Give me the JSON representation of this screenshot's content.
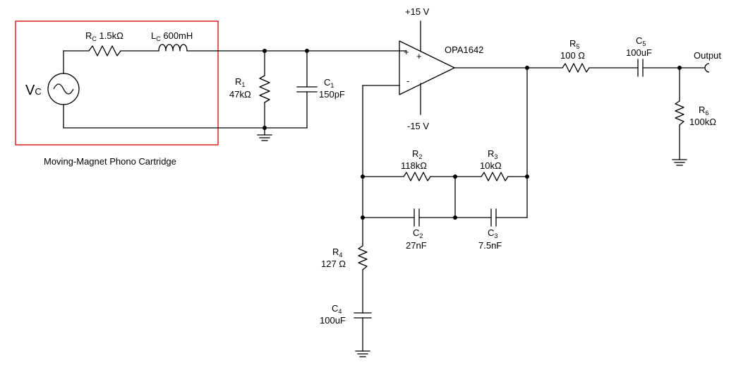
{
  "colors": {
    "wire": "#000000",
    "cartridge_box": "#e03030"
  },
  "cartridge": {
    "caption": "Moving-Magnet Phono Cartridge",
    "source": {
      "main": "V",
      "sub": "C"
    },
    "rc": {
      "main": "R",
      "sub": "C",
      "value": "1.5kΩ"
    },
    "lc": {
      "main": "L",
      "sub": "C",
      "value": "600mH"
    }
  },
  "r1": {
    "main": "R",
    "sub": "1",
    "value": "47kΩ"
  },
  "c1": {
    "main": "C",
    "sub": "1",
    "value": "150pF"
  },
  "opamp": {
    "name": "OPA1642",
    "plus_sign": "+",
    "minus_sign": "-",
    "vpos": "+15 V",
    "vneg": "-15 V"
  },
  "r2": {
    "main": "R",
    "sub": "2",
    "value": "118kΩ"
  },
  "r3": {
    "main": "R",
    "sub": "3",
    "value": "10kΩ"
  },
  "c2": {
    "main": "C",
    "sub": "2",
    "value": "27nF"
  },
  "c3": {
    "main": "C",
    "sub": "3",
    "value": "7.5nF"
  },
  "r4": {
    "main": "R",
    "sub": "4",
    "value": "127 Ω"
  },
  "c4": {
    "main": "C",
    "sub": "4",
    "value": "100uF"
  },
  "r5": {
    "main": "R",
    "sub": "5",
    "value": "100 Ω"
  },
  "c5": {
    "main": "C",
    "sub": "5",
    "value": "100uF"
  },
  "r6": {
    "main": "R",
    "sub": "6",
    "value": "100kΩ"
  },
  "output": {
    "label": "Output"
  }
}
